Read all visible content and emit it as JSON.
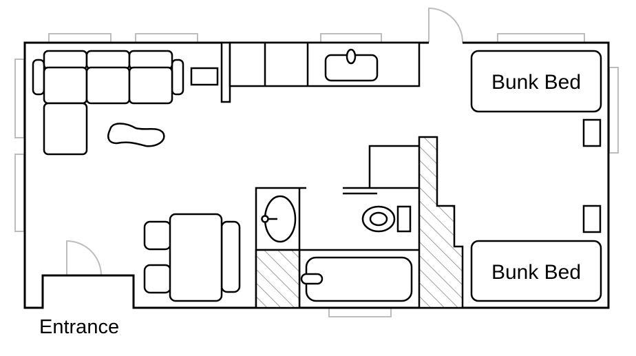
{
  "labels": {
    "bunk_bed_top": "Bunk Bed",
    "bunk_bed_bottom": "Bunk Bed",
    "entrance": "Entrance"
  },
  "colors": {
    "wall": "#000000",
    "window": "#bdbdbd",
    "door": "#bdbdbd",
    "hatch": "#9e9e9e"
  },
  "icons": {
    "sofa": "sectional-sofa-icon",
    "rug": "rug-icon",
    "table": "dining-table-icon",
    "toilet": "toilet-icon",
    "bathtub": "bathtub-icon",
    "sink": "sink-icon"
  }
}
